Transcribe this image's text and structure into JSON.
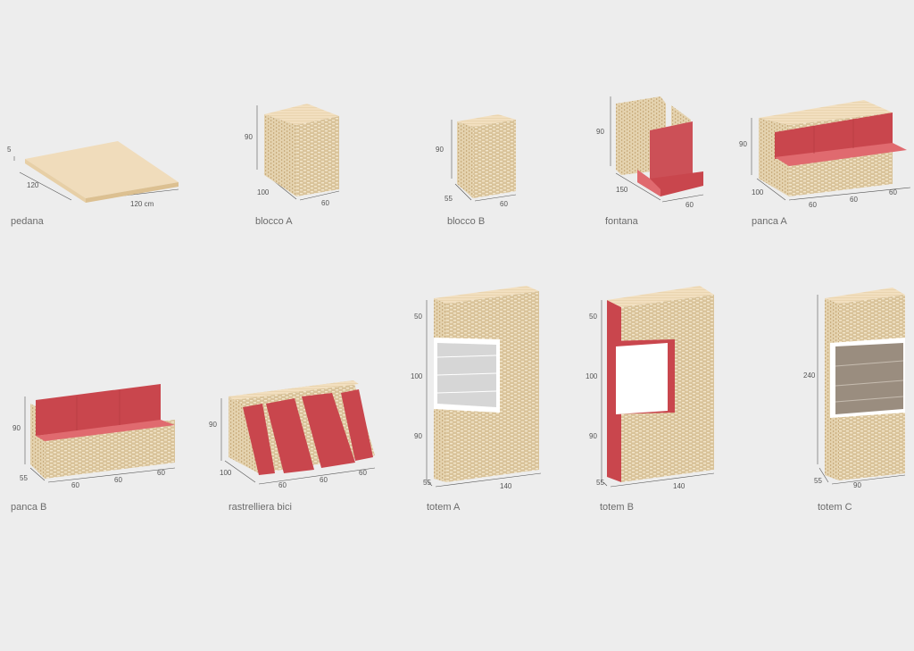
{
  "colors": {
    "background": "#ededed",
    "brick_front": "#d9c39a",
    "brick_side": "#e6d5b4",
    "brick_top": "#f2dfbf",
    "brick_joint": "#c8ad7d",
    "red_front": "#c9464d",
    "red_side": "#e06a6f",
    "red_top": "#d8585e",
    "dim_text": "#555555",
    "label_text": "#6b6b6b"
  },
  "items": [
    {
      "key": "pedana",
      "name": "pedana",
      "dims": {
        "h": "5",
        "d": "120",
        "w": "120 cm"
      }
    },
    {
      "key": "blocco_a",
      "name": "blocco A",
      "dims": {
        "h": "90",
        "d": "100",
        "w": "60"
      }
    },
    {
      "key": "blocco_b",
      "name": "blocco B",
      "dims": {
        "h": "90",
        "d": "55",
        "w": "60"
      }
    },
    {
      "key": "fontana",
      "name": "fontana",
      "dims": {
        "h": "90",
        "d": "150",
        "w": "60"
      }
    },
    {
      "key": "panca_a",
      "name": "panca A",
      "dims": {
        "h": "90",
        "d": "100",
        "w1": "60",
        "w2": "60",
        "w3": "60"
      }
    },
    {
      "key": "panca_b",
      "name": "panca B",
      "dims": {
        "h": "90",
        "d": "55",
        "w1": "60",
        "w2": "60",
        "w3": "60"
      }
    },
    {
      "key": "rastrelliera",
      "name": "rastrelliera bici",
      "dims": {
        "h": "90",
        "d": "100",
        "w1": "60",
        "w2": "60",
        "w3": "60"
      }
    },
    {
      "key": "totem_a",
      "name": "totem A",
      "dims": {
        "h1": "50",
        "h2": "100",
        "h3": "90",
        "d": "55",
        "w": "140"
      }
    },
    {
      "key": "totem_b",
      "name": "totem B",
      "dims": {
        "h1": "50",
        "h2": "100",
        "h3": "90",
        "d": "55",
        "w": "140"
      }
    },
    {
      "key": "totem_c",
      "name": "totem C",
      "dims": {
        "h": "240",
        "d": "55",
        "w": "90"
      }
    }
  ]
}
